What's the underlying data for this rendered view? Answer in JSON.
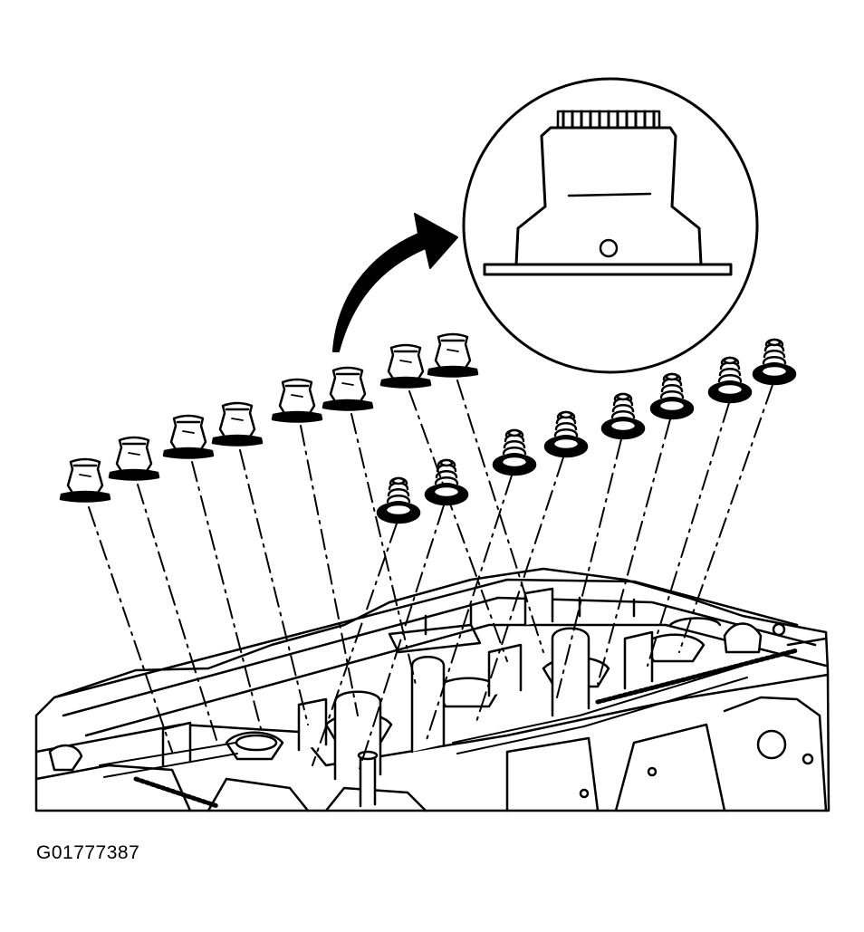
{
  "figure_id": "G01777387",
  "colors": {
    "ink": "#000000",
    "paper": "#ffffff"
  },
  "components": {
    "valve_stem_seals": 8,
    "valve_springs": 8
  }
}
